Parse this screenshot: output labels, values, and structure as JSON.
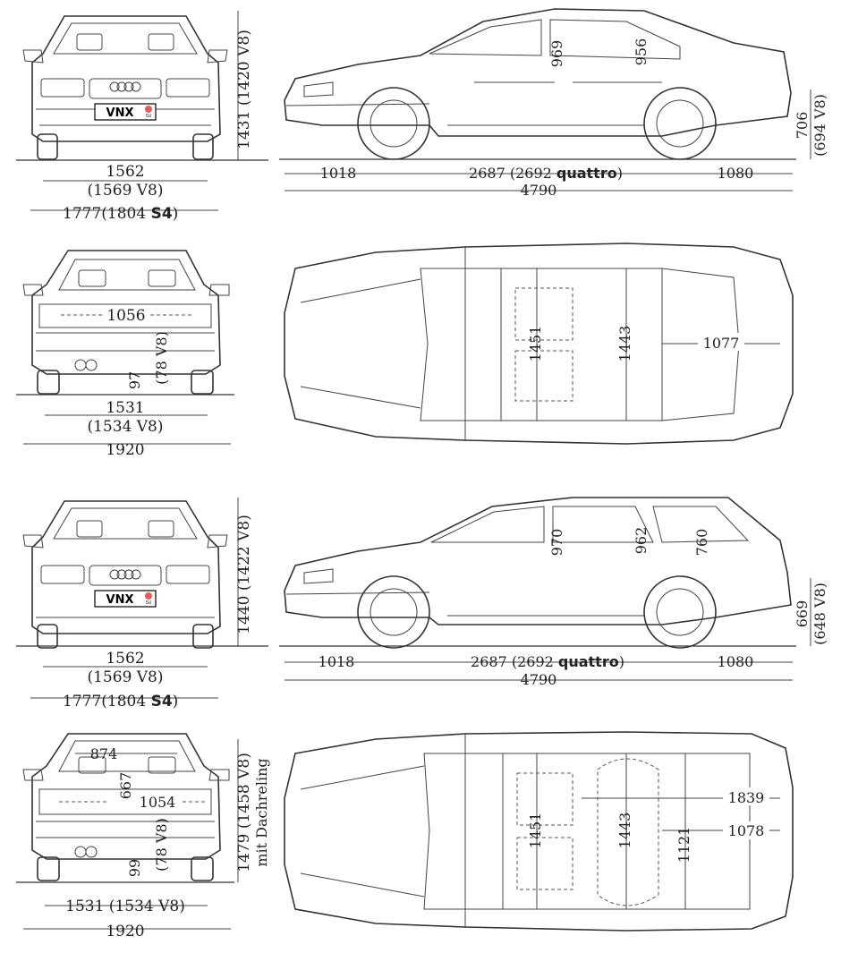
{
  "plate": {
    "text": "VNX",
    "badge": "SU"
  },
  "sedan_front": {
    "track": "1562",
    "track_v8": "(1569 V8)",
    "width_prefix": "1777",
    "width_paren_open": "(1804 ",
    "width_s4": "S4",
    "width_paren_close": ")",
    "height": "1431 (1420 V8)"
  },
  "sedan_side": {
    "front_overhang": "1018",
    "wheelbase_prefix": "2687 (2692 ",
    "wheelbase_quattro": "quattro",
    "wheelbase_suffix": ")",
    "rear_overhang": "1080",
    "length": "4790",
    "front_headroom": "969",
    "rear_headroom": "956",
    "sill_height": "706",
    "sill_height_v8": "(694 V8)"
  },
  "sedan_rear": {
    "inner_width": "1056",
    "ground_clearance": "97",
    "ground_clearance_v8": "(78 V8)",
    "rear_track": "1531",
    "rear_track_v8": "(1534 V8)",
    "mirror_width": "1920"
  },
  "sedan_top": {
    "shoulder_front": "1451",
    "shoulder_rear": "1443",
    "trunk_length": "1077"
  },
  "avant_front": {
    "track": "1562",
    "track_v8": "(1569 V8)",
    "width_prefix": "1777",
    "width_paren_open": "(1804 ",
    "width_s4": "S4",
    "width_paren_close": ")",
    "height": "1440 (1422 V8)"
  },
  "avant_side": {
    "front_overhang": "1018",
    "wheelbase_prefix": "2687 (2692 ",
    "wheelbase_quattro": "quattro",
    "wheelbase_suffix": ")",
    "rear_overhang": "1080",
    "length": "4790",
    "front_headroom": "970",
    "rear_headroom": "962",
    "cargo_height": "760",
    "sill_height": "669",
    "sill_height_v8": "(648 V8)"
  },
  "avant_rear": {
    "opening_width": "874",
    "opening_height": "667",
    "inner_width": "1054",
    "ground_clearance": "99",
    "ground_clearance_v8": "(78 V8)",
    "rear_track": "1531 (1534 V8)",
    "mirror_width": "1920",
    "height_rails": "1479 (1458 V8)",
    "height_rails_note": "mit Dachreling"
  },
  "avant_top": {
    "shoulder_front": "1451",
    "shoulder_rear": "1443",
    "cargo_length_max": "1839",
    "cargo_length": "1078",
    "cargo_width": "1121"
  }
}
